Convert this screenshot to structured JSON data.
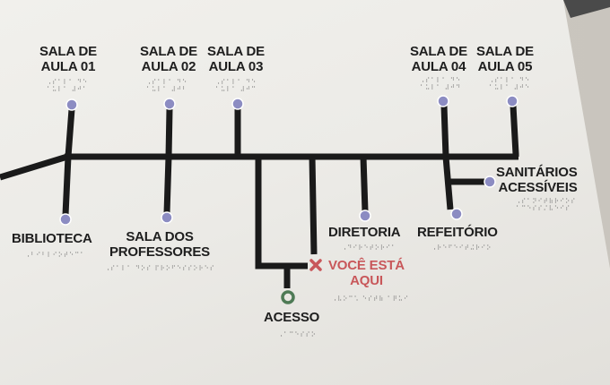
{
  "sign": {
    "type": "tactile floor map",
    "colors": {
      "path": "#1a1a1a",
      "room_dot": "#8c8cc2",
      "you_are_here": "#c8575a",
      "entrance_ring": "#4e7a55",
      "board": "#eeede9"
    },
    "rooms_top": [
      {
        "line1": "SALA DE",
        "line2": "AULA 01",
        "braille1": "⠠⠎⠁⠇⠁ ⠙⠑",
        "braille2": "⠁⠥⠇⠁ ⠼⠚⠁"
      },
      {
        "line1": "SALA DE",
        "line2": "AULA 02",
        "braille1": "⠠⠎⠁⠇⠁ ⠙⠑",
        "braille2": "⠁⠥⠇⠁ ⠼⠚⠃"
      },
      {
        "line1": "SALA DE",
        "line2": "AULA 03",
        "braille1": "⠠⠎⠁⠇⠁ ⠙⠑",
        "braille2": "⠁⠥⠇⠁ ⠼⠚⠉"
      },
      {
        "line1": "SALA DE",
        "line2": "AULA 04",
        "braille1": "⠠⠎⠁⠇⠁ ⠙⠑",
        "braille2": "⠁⠥⠇⠁ ⠼⠚⠙"
      },
      {
        "line1": "SALA DE",
        "line2": "AULA 05",
        "braille1": "⠠⠎⠁⠇⠁ ⠙⠑",
        "braille2": "⠁⠥⠇⠁ ⠼⠚⠑"
      }
    ],
    "rooms_bottom": [
      {
        "line1": "BIBLIOTECA",
        "braille1": "⠠⠃⠊⠃⠇⠊⠕⠞⠑⠉⠁"
      },
      {
        "line1": "SALA DOS",
        "line2": "PROFESSORES",
        "braille1": "⠠⠎⠁⠇⠁ ⠙⠕⠎ ⠏⠗⠕⠋⠑⠎⠎⠕⠗⠑⠎"
      },
      {
        "line1": "DIRETORIA",
        "braille1": "⠠⠙⠊⠗⠑⠞⠕⠗⠊⠁"
      },
      {
        "line1": "REFEITÓRIO",
        "braille1": "⠠⠗⠑⠋⠑⠊⠞⠬⠗⠊⠕"
      },
      {
        "line1": "SANITÁRIOS",
        "line2": "ACESSÍVEIS",
        "braille1": "⠠⠎⠁⠝⠊⠞⠷⠗⠊⠕⠎",
        "braille2": "⠁⠉⠑⠎⠎⠌⠧⠑⠊⠎"
      }
    ],
    "entrance": {
      "label": "ACESSO",
      "braille": "⠠⠁⠉⠑⠎⠎⠕"
    },
    "you_are_here": {
      "icon": "x-mark-icon",
      "line1": "VOCÊ ESTÁ",
      "line2": "AQUI",
      "braille": "⠠⠧⠕⠉⠡ ⠑⠎⠞⠷ ⠁⠟⠥⠊"
    }
  }
}
